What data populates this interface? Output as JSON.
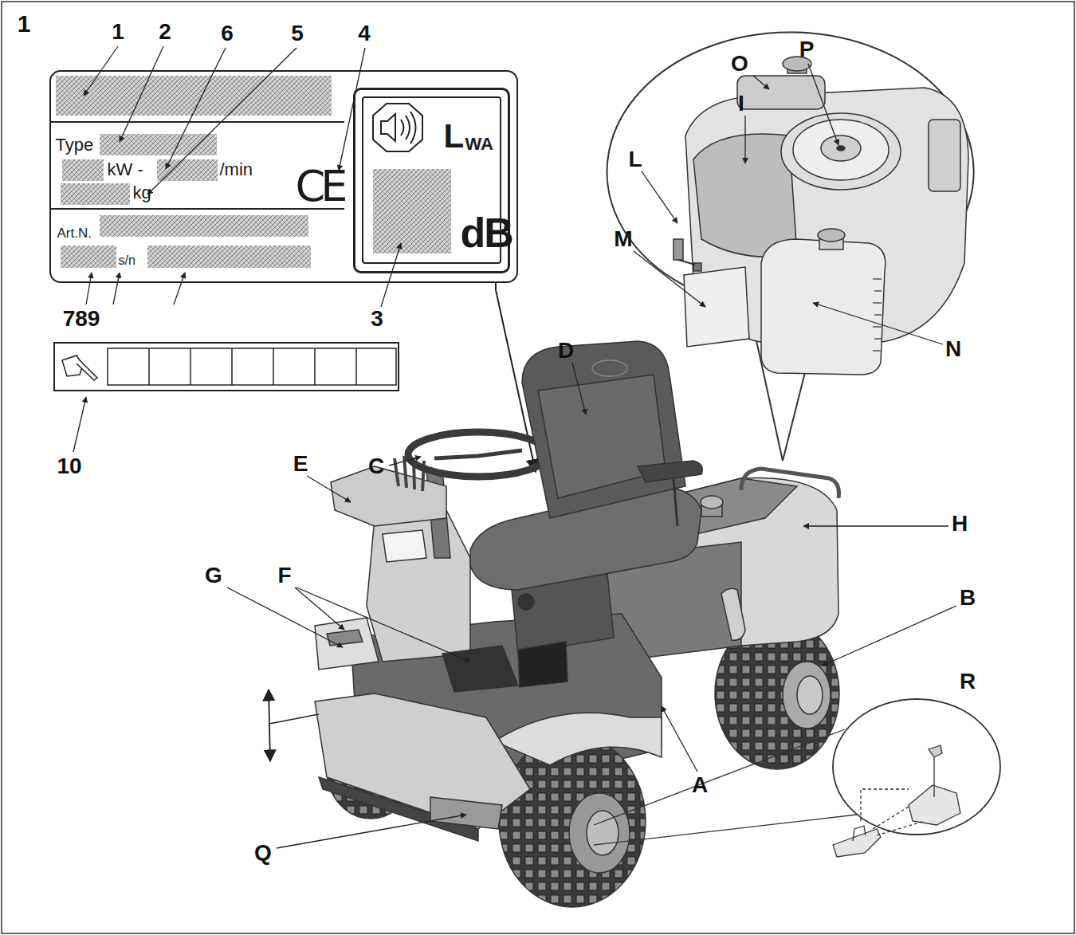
{
  "diagram": {
    "nodes": [
      {
        "text": [
          "Type",
          "kW -",
          "/min",
          "kg",
          "Art.N.",
          "s/n",
          "CE"
        ]
      },
      {
        "text": [
          "L",
          "WA",
          "dB"
        ],
        "in": 0
      }
    ],
    "labels": [
      "1",
      "1",
      "2",
      "6",
      "5",
      "4",
      "O",
      "P",
      "I",
      "L",
      "M",
      "789",
      "3",
      "D",
      "N",
      "10",
      "E",
      "C",
      "H",
      "G",
      "F",
      "B",
      "R",
      "A",
      "Q"
    ]
  }
}
